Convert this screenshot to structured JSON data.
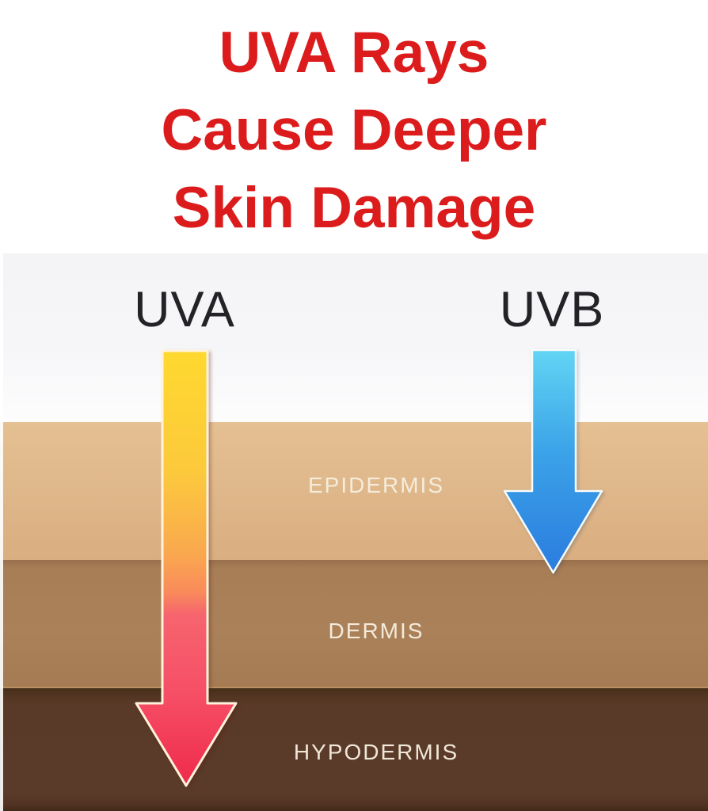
{
  "title": {
    "line1": "UVA Rays",
    "line2": "Cause Deeper",
    "line3": "Skin Damage",
    "color": "#dc1c1c"
  },
  "diagram": {
    "uva_label": "UVA",
    "uvb_label": "UVB",
    "ray_label_color": "#232327",
    "sky_color": "#f6f6f8",
    "layer_label_color": "#f7efe0",
    "layers": [
      {
        "label": "EPIDERMIS",
        "color": "#dfb88b"
      },
      {
        "label": "DERMIS",
        "color": "#a87e57"
      },
      {
        "label": "HYPODERMIS",
        "color": "#5a3a28"
      }
    ],
    "arrows": [
      {
        "name": "uva-arrow",
        "depth": "penetrates through epidermis, dermis, into hypodermis",
        "gradient_top": "#ffd92e",
        "gradient_middle": "#faa94e",
        "gradient_bottom": "#ee2748",
        "outline": "#fff3dd"
      },
      {
        "name": "uvb-arrow",
        "depth": "stops at epidermis / dermis boundary",
        "gradient_top": "#63d6f4",
        "gradient_bottom": "#2a7ade",
        "outline": "#f6fbfe"
      }
    ]
  }
}
